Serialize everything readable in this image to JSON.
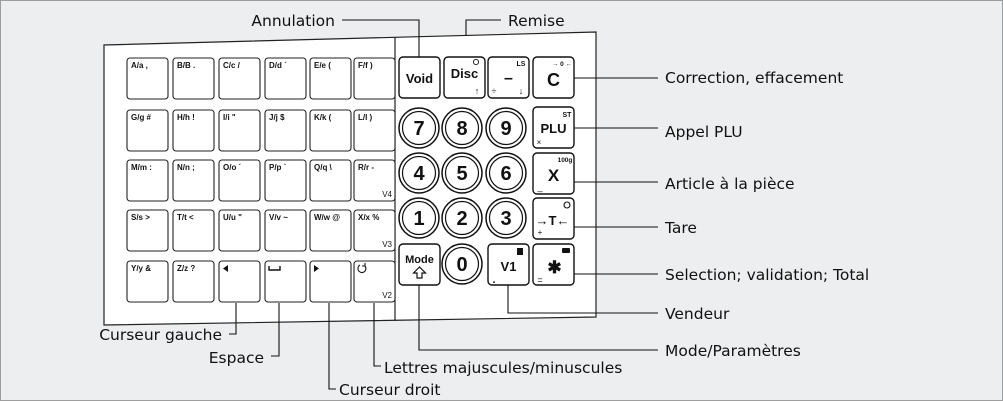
{
  "alpha_keys": [
    {
      "label": "A/a ,"
    },
    {
      "label": "B/B ."
    },
    {
      "label": "C/c /"
    },
    {
      "label": "D/d ´"
    },
    {
      "label": "E/e ("
    },
    {
      "label": "F/f )"
    },
    {
      "label": "G/g #"
    },
    {
      "label": "H/h !"
    },
    {
      "label": "I/i \""
    },
    {
      "label": "J/j $"
    },
    {
      "label": "K/k ("
    },
    {
      "label": "L/l )"
    },
    {
      "label": "M/m :"
    },
    {
      "label": "N/n ;"
    },
    {
      "label": "O/o ´"
    },
    {
      "label": "P/p `"
    },
    {
      "label": "Q/q \\"
    },
    {
      "label": "R/r -",
      "sub": "V4"
    },
    {
      "label": "S/s >"
    },
    {
      "label": "T/t <"
    },
    {
      "label": "U/u \""
    },
    {
      "label": "V/v ~"
    },
    {
      "label": "W/w @"
    },
    {
      "label": "X/x %",
      "sub": "V3"
    },
    {
      "label": "Y/y &"
    },
    {
      "label": "Z/z ?"
    },
    {
      "label": "",
      "icon": "cursor-left-icon"
    },
    {
      "label": "",
      "icon": "space-icon"
    },
    {
      "label": "",
      "icon": "cursor-right-icon"
    },
    {
      "label": "",
      "icon": "case-toggle-icon",
      "sub": "V2"
    }
  ],
  "function_keys": {
    "void": "Void",
    "disc": "Disc",
    "minus": "–",
    "minus_corner": "LS",
    "minus_sub_left": "÷",
    "minus_sub_right": "↓",
    "clear": "C",
    "clear_corner": "→ 0 ←",
    "plu": "PLU",
    "plu_corner": "ST",
    "plu_sub": "×",
    "x": "X",
    "x_corner": "100g",
    "x_sub": "_",
    "tare": "→T←",
    "tare_sub": "+",
    "total": "✱",
    "total_sub": "=",
    "mode": "Mode",
    "v1": "V1",
    "v1_sub": "."
  },
  "digit_keys": [
    "7",
    "8",
    "9",
    "4",
    "5",
    "6",
    "1",
    "2",
    "3",
    "0"
  ],
  "callouts": {
    "annulation": "Annulation",
    "remise": "Remise",
    "correction": "Correction, effacement",
    "appel_plu": "Appel PLU",
    "article": "Article à la pièce",
    "tare": "Tare",
    "selection": "Selection; validation; Total",
    "vendeur": "Vendeur",
    "mode": "Mode/Paramètres",
    "curseur_gauche": "Curseur gauche",
    "espace": "Espace",
    "lettres": "Lettres majuscules/minuscules",
    "curseur_droit": "Curseur droit"
  },
  "colors": {
    "background": "#eceeef",
    "panel": "#ffffff",
    "ink": "#111111"
  }
}
